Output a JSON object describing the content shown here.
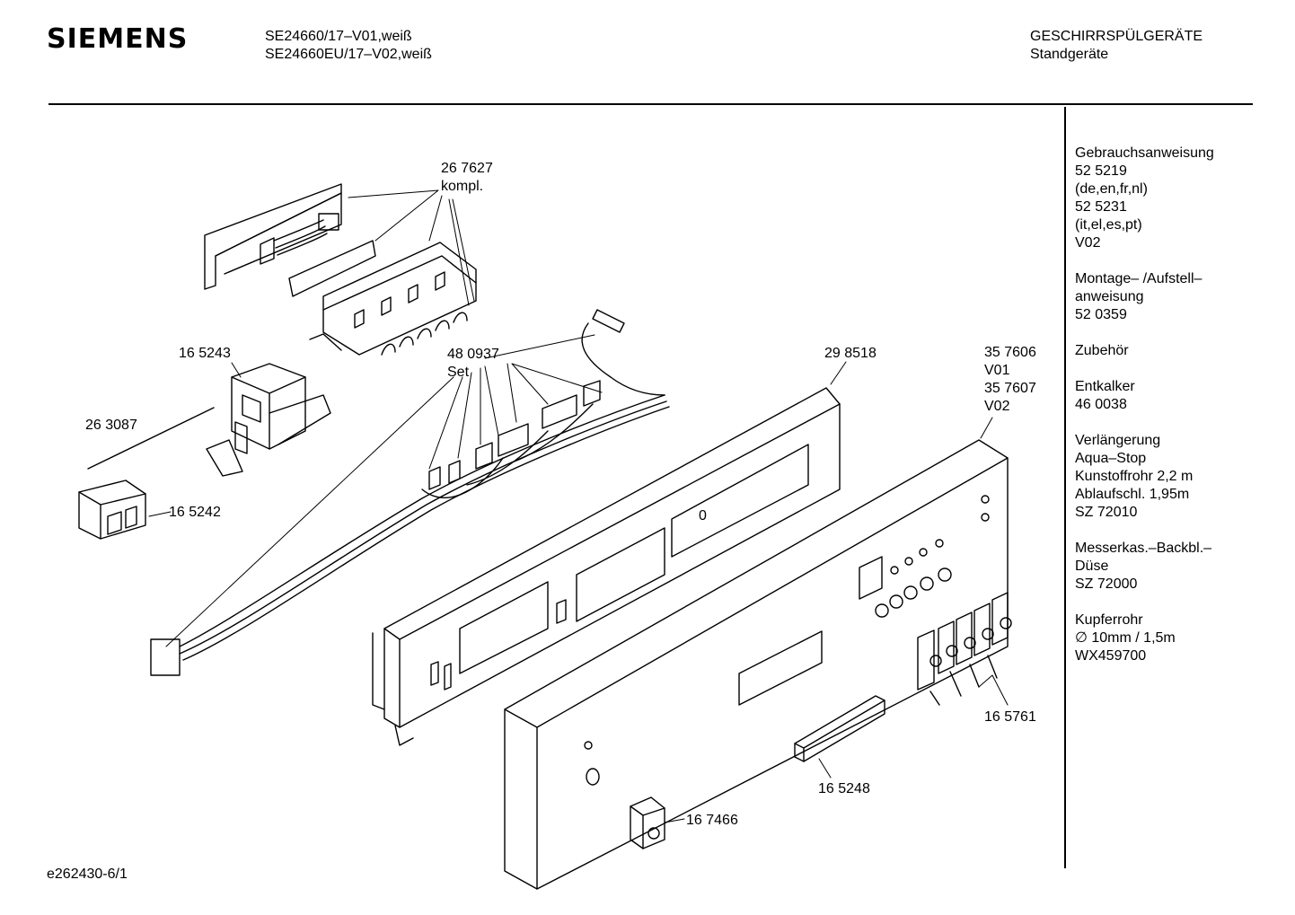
{
  "header": {
    "brand": "SIEMENS",
    "model_lines": [
      "SE24660/17–V01,weiß",
      "SE24660EU/17–V02,weiß"
    ],
    "category_lines": [
      "GESCHIRRSPÜLGERÄTE",
      "Standgeräte"
    ]
  },
  "sidebar": {
    "groups": [
      {
        "lines": [
          "Gebrauchsanweisung",
          "52 5219",
          "(de,en,fr,nl)",
          "52 5231",
          "(it,el,es,pt)",
          "V02"
        ]
      },
      {
        "lines": [
          "Montage– /Aufstell–",
          "anweisung",
          "52 0359"
        ]
      },
      {
        "lines": [
          "Zubehör"
        ]
      },
      {
        "lines": [
          "Entkalker",
          "46 0038"
        ]
      },
      {
        "lines": [
          "Verlängerung",
          "Aqua–Stop",
          "Kunstoffrohr 2,2 m",
          "Ablaufschl. 1,95m",
          "SZ 72010"
        ]
      },
      {
        "lines": [
          "Messerkas.–Backbl.–",
          "Düse",
          "SZ 72000"
        ]
      },
      {
        "lines": [
          "Kupferrohr",
          "∅ 10mm / 1,5m",
          "WX459700"
        ]
      }
    ]
  },
  "parts": {
    "p267627": [
      "26 7627",
      "kompl."
    ],
    "p165243": "16 5243",
    "p263087": "26 3087",
    "p165242": "16 5242",
    "p480937": [
      "48 0937",
      "Set"
    ],
    "p298518": "29 8518",
    "p357606": [
      "35 7606",
      "V01",
      "35 7607",
      "V02"
    ],
    "p165761": "16 5761",
    "p165248": "16 5248",
    "p167466": "16 7466"
  },
  "drawing": {
    "frame_mark": "0"
  },
  "footer": {
    "code": "e262430-6/1"
  }
}
